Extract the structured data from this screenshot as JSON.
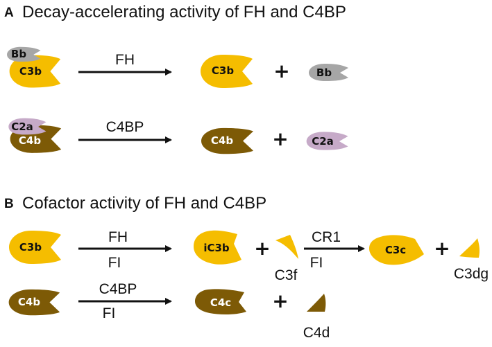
{
  "colors": {
    "c3": "#f5bd00",
    "c4": "#7d5a06",
    "bb": "#a6a6a6",
    "c2a": "#c6aac8",
    "text_dark": "#111111",
    "text_light": "#ffffff"
  },
  "section_a": {
    "letter": "A",
    "title": "Decay-accelerating activity of FH and C4BP",
    "row1": {
      "complex_small": "Bb",
      "complex_big": "C3b",
      "arrow_top": "FH",
      "product1": "C3b",
      "plus": "+",
      "product2": "Bb"
    },
    "row2": {
      "complex_small": "C2a",
      "complex_big": "C4b",
      "arrow_top": "C4BP",
      "product1": "C4b",
      "plus": "+",
      "product2": "C2a"
    }
  },
  "section_b": {
    "letter": "B",
    "title": "Cofactor activity of FH and C4BP",
    "row1": {
      "substrate": "C3b",
      "arrow1_top": "FH",
      "arrow1_bottom": "FI",
      "product1": "iC3b",
      "plus1": "+",
      "fragment1": "C3f",
      "arrow2_top": "CR1",
      "arrow2_bottom": "FI",
      "product2": "C3c",
      "plus2": "+",
      "fragment2": "C3dg"
    },
    "row2": {
      "substrate": "C4b",
      "arrow_top": "C4BP",
      "arrow_bottom": "FI",
      "product1": "C4c",
      "plus": "+",
      "fragment": "C4d"
    }
  }
}
